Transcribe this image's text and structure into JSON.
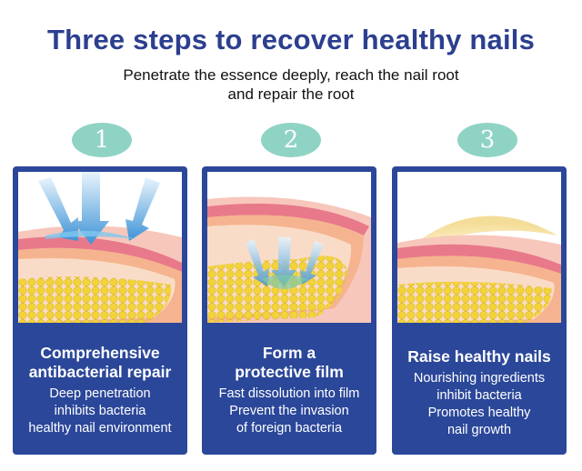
{
  "header": {
    "title": "Three steps to recover healthy nails",
    "subtitle_line1": "Penetrate the essence deeply, reach the nail root",
    "subtitle_line2": "and repair the root"
  },
  "steps": [
    {
      "number": "1",
      "title_lines": [
        "Comprehensive",
        "antibacterial repair"
      ],
      "desc_lines": [
        "Deep penetration",
        "inhibits bacteria",
        "healthy nail environment"
      ]
    },
    {
      "number": "2",
      "title_lines": [
        "Form a",
        "protective film"
      ],
      "desc_lines": [
        "Fast dissolution into film",
        "Prevent the invasion",
        "of foreign bacteria"
      ]
    },
    {
      "number": "3",
      "title_lines": [
        "Raise healthy nails"
      ],
      "desc_lines": [
        "Nourishing ingredients",
        "inhibit bacteria",
        "Promotes healthy",
        "nail growth"
      ]
    }
  ],
  "colors": {
    "title": "#2c3f8f",
    "card_background": "#2b4799",
    "badge": "#8fd3c5",
    "arrow": "#4a9fd8",
    "cells": "#f2d43a"
  }
}
